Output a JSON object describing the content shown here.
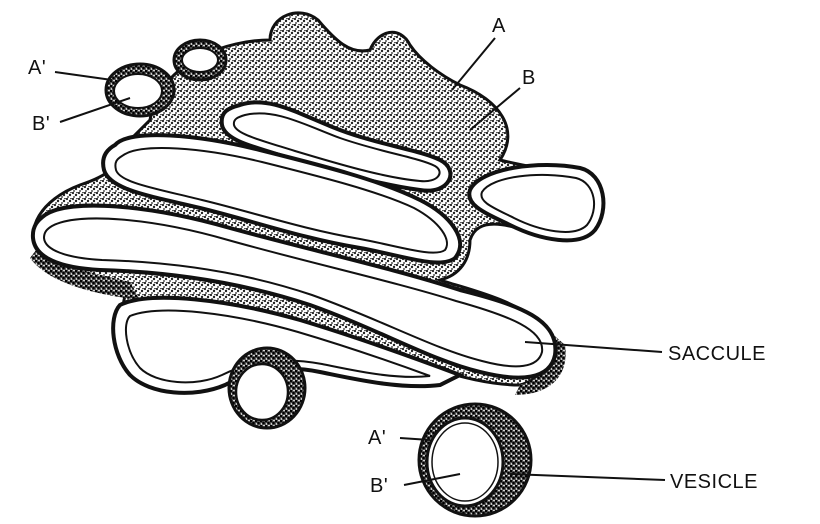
{
  "colors": {
    "ink": "#111111",
    "stipple": "#3a3a3a",
    "background": "#ffffff"
  },
  "labels": {
    "a_top": "A",
    "b_top": "B",
    "a_prime_top": "A'",
    "b_prime_top": "B'",
    "saccule": "SACCULE",
    "a_prime_vesicle": "A'",
    "b_prime_vesicle": "B'",
    "vesicle": "VESICLE"
  }
}
